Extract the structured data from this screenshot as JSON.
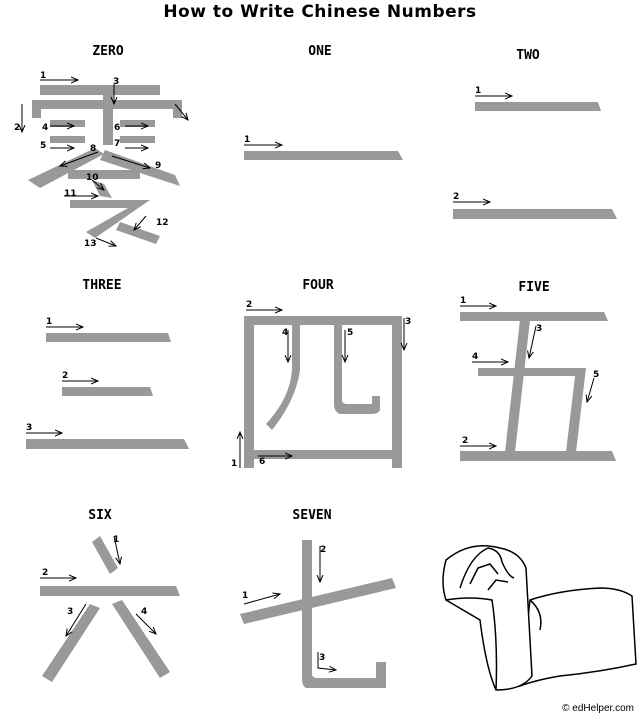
{
  "title": "How to Write Chinese Numbers",
  "numbers": [
    {
      "label": "ZERO"
    },
    {
      "label": "ONE"
    },
    {
      "label": "TWO"
    },
    {
      "label": "THREE"
    },
    {
      "label": "FOUR"
    },
    {
      "label": "FIVE"
    },
    {
      "label": "SIX"
    },
    {
      "label": "SEVEN"
    }
  ],
  "stroke_numbers": {
    "zero": [
      "1",
      "2",
      "3",
      "4",
      "5",
      "6",
      "7",
      "8",
      "9",
      "10",
      "11",
      "12",
      "13"
    ],
    "one": [
      "1"
    ],
    "two": [
      "1",
      "2"
    ],
    "three": [
      "1",
      "2",
      "3"
    ],
    "four": [
      "1",
      "2",
      "3",
      "4",
      "5",
      "6"
    ],
    "five": [
      "1",
      "2",
      "3",
      "4",
      "5"
    ],
    "six": [
      "1",
      "2",
      "3",
      "4"
    ],
    "seven": [
      "1",
      "2",
      "3"
    ]
  },
  "footer": "© edHelper.com",
  "colors": {
    "stroke": "#999999",
    "ink": "#000000"
  }
}
